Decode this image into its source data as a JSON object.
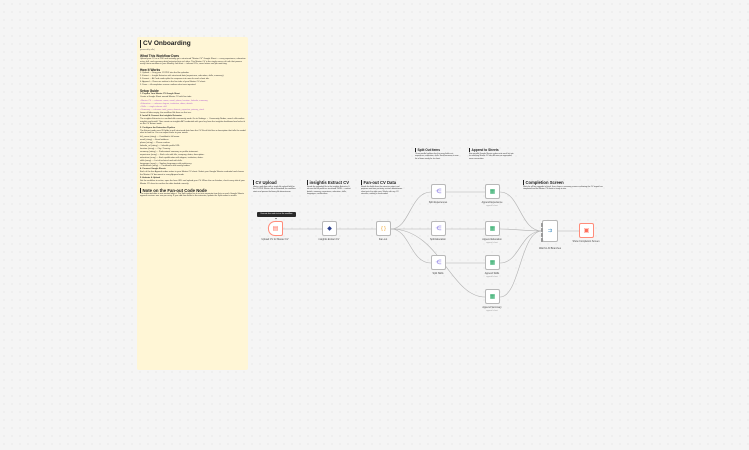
{
  "colors": {
    "sticky": "#fff6d6",
    "accent_orange": "#ff6d5a",
    "ai_green": "#1aa35b",
    "split_purple": "#7b6be0",
    "wire": "#b0b0b0"
  },
  "main_note": {
    "title": "CV Onboarding",
    "byline": "(powered by n8n)",
    "what_title": "What This Workflow Does",
    "what_body": "Upload your CV as a PDF and instantly get a structured \"Master CV\" Google Sheet — every experience, education entry, skill, and summary detail extracted into rich tabs. This Master CV is the single source of truth that powers every future workflow in your Monthly Job Hunt — tailored CVs, cover letters and job matching.",
    "how_title": "How It Works",
    "how_items": [
      "1. Upload — Drag your CV PDF into the file uploader.",
      "2. Extract — Insight Extractor with structured data (experience, education, skills, summary).",
      "3. Format — AI Code node splits the response into rows for each sheet tab.",
      "4. Append — Rows are written to the five tabs of your Master CV sheet.",
      "5. Done — A completion screen confirms what was imported."
    ],
    "setup_title": "Setup Guide",
    "step1_title": "1. Prepare Your Master CV Google Sheet",
    "step1_body": "Create a Google Sheet named Master CV with five tabs:",
    "tabs_list": [
      "• Master CV — columns: name, email, phone, location, linkedin, summary",
      "• Education — columns: degree, institution, dates, details",
      "• Skills — single column: skill",
      "• Summary — columns: total_years, domain_expertise, primary_stack"
    ],
    "step1_note": "Leave all tabs empty; the workflow fills them on first run.",
    "step2_title": "2. Install & Connect the insightis Extractor",
    "step2_body": "The insightis Extractor is a verified n8n community node. Go to Settings → Community Nodes, search n8n-nodes-insightis and install. Then create an insightis API credential with your key from the insightis dashboard and select it on the CV Extract node.",
    "step3_title": "3. Configure the Extraction Pipeline",
    "step3_body": "The Extract node uses 26 fields to pull structured data from the CV. Each field has a description that tells the model what to look for. You can adjust these to your needs.",
    "fields": [
      "full_name (string) — Candidate's full name.",
      "email (string) — Email address.",
      "phone (string) — Phone number.",
      "linkedin_url (string) — LinkedIn profile URL.",
      "location (string) — City / Country.",
      "summary (string) — Professional summary or profile statement.",
      "experience (array) — Each role with title, company, dates, description.",
      "education (array) — Each qualification with degree, institution, dates.",
      "skills (array) — List of technical and soft skills.",
      "languages (array) — Spoken languages with proficiency.",
      "certifications (array) — Certificates and issuing bodies."
    ],
    "step4_title": "4. Connect Google Sheets",
    "step4_body": "Each of the five Append nodes writes to your Master CV sheet. Select your Google Sheets credential and choose the Master CV document in every Append node.",
    "step5_title": "5. Activate & Upload",
    "step5_body": "Set the workflow to active, open the form URL and upload your CV. When the run finishes, check every tab of your Master CV sheet to confirm the data landed correctly.",
    "fanout_title": "Note on the Fan-out Code Node",
    "fanout_body": "The extracted data is one nested object. The Split nodes fan it out into separate item lists so each Google Sheets append receives one row per entry. If you add new fields to the extractor, update the Split nodes to match."
  },
  "sections": {
    "upload": {
      "title": "CV Upload",
      "body": "Hosts a web form with a single file upload field for the CV PDF. When a file is submitted, the workflow starts and passes the binary file downstream."
    },
    "extract": {
      "title": "insightis Extract CV",
      "body": "Sends the uploaded file to the insightis Extractor. It returns the full profile as structured JSON — contact details, summary, experience, education, skills, languages, certifications."
    },
    "fanout": {
      "title": "Fan-out CV Data",
      "body": "Reads the fields from the extractor output and prepares one item per entry so each downstream sheet gets the right rows. Works with any CV structure; nothing is hard-coded."
    },
    "split": {
      "title": "Split Out Items",
      "body": "Three parallel splitters fan the array fields out: experience, education, skills. Each becomes its own list of items ready for its sheet."
    },
    "append": {
      "title": "Append to Sheets",
      "body": "Five parallel Google Sheets nodes write each list into its matching Master CV tab. All rows are appended, never overwritten."
    },
    "completion": {
      "title": "Completion Screen",
      "body": "Waits for all five appends to finish, then shows a summary screen confirming the CV import has completed and the Master CV sheet is ready to use."
    }
  },
  "tooltip": "Execute this node to test the workflow",
  "nodes": {
    "upload": {
      "label": "Upload CV for Master CV",
      "sub": ""
    },
    "extract": {
      "label": "insightis Extract CV",
      "sub": ""
    },
    "fanout": {
      "label": "Fan-out",
      "sub": ""
    },
    "split_exp": {
      "label": "Split Experiences",
      "sub": ""
    },
    "split_edu": {
      "label": "Split Education",
      "sub": ""
    },
    "split_skills": {
      "label": "Split Skills",
      "sub": ""
    },
    "append_exp": {
      "label": "Append Experience",
      "sub": "append: sheet"
    },
    "append_edu": {
      "label": "Append Education",
      "sub": "append: sheet"
    },
    "append_skills": {
      "label": "Append Skills",
      "sub": "append: sheet"
    },
    "append_summary": {
      "label": "Append Summary",
      "sub": "append: sheet"
    },
    "wait": {
      "label": "Wait for All Branches",
      "sub": ""
    },
    "done": {
      "label": "Show Completion Screen",
      "sub": ""
    }
  }
}
